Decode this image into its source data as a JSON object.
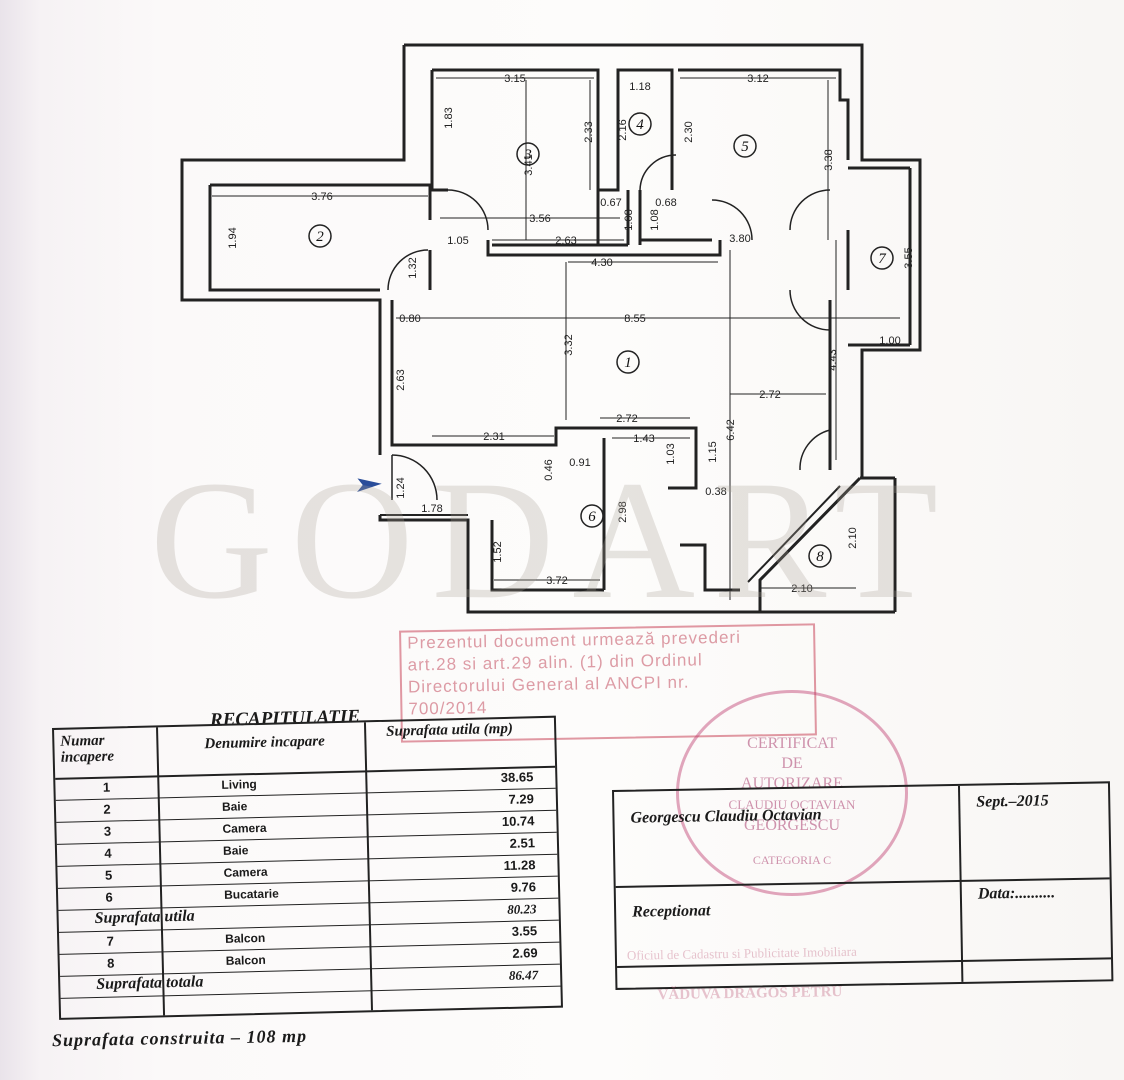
{
  "plan": {
    "dimensions": [
      "3.15",
      "1.83",
      "2.33",
      "3.41",
      "1.18",
      "2.16",
      "2.30",
      "3.12",
      "3.38",
      "3.76",
      "1.94",
      "3.56",
      "0.67",
      "0.68",
      "1.08",
      "1.08",
      "1.05",
      "2.63",
      "3.80",
      "1.32",
      "4.30",
      "3.55",
      "0.80",
      "8.55",
      "1.00",
      "3.32",
      "2.63",
      "4.43",
      "2.72",
      "2.72",
      "2.31",
      "1.43",
      "0.46",
      "0.91",
      "1.03",
      "1.15",
      "6.42",
      "0.38",
      "1.24",
      "1.78",
      "2.98",
      "1.52",
      "3.72",
      "2.10",
      "2.10"
    ],
    "rooms": [
      "1",
      "2",
      "3",
      "4",
      "5",
      "6",
      "7",
      "8"
    ]
  },
  "watermark": "GODART",
  "stamp_text": [
    "Prezentul document urmează prevederi",
    "art.28 si art.29 alin. (1) din Ordinul",
    "Directorului General al ANCPI nr.",
    "700/2014"
  ],
  "seal_text": [
    "CERTIFICAT",
    "DE",
    "AUTORIZARE",
    "CLAUDIU OCTAVIAN",
    "GEORGESCU",
    "CATEGORIA C"
  ],
  "recap": {
    "title": "RECAPITULATIE",
    "headers": {
      "num": "Numar incapere",
      "name": "Denumire incapare",
      "area": "Suprafata utila (mp)"
    },
    "rows": [
      {
        "num": "1",
        "name": "Living",
        "area": "38.65"
      },
      {
        "num": "2",
        "name": "Baie",
        "area": "7.29"
      },
      {
        "num": "3",
        "name": "Camera",
        "area": "10.74"
      },
      {
        "num": "4",
        "name": "Baie",
        "area": "2.51"
      },
      {
        "num": "5",
        "name": "Camera",
        "area": "11.28"
      },
      {
        "num": "6",
        "name": "Bucatarie",
        "area": "9.76"
      }
    ],
    "util_label": "Suprafata utila",
    "util_value": "80.23",
    "balcony_rows": [
      {
        "num": "7",
        "name": "Balcon",
        "area": "3.55"
      },
      {
        "num": "8",
        "name": "Balcon",
        "area": "2.69"
      }
    ],
    "total_label": "Suprafata totala",
    "total_value": "86.47"
  },
  "construita": "Suprafata construita – 108 mp",
  "signature": {
    "author": "Georgescu Claudiu Octavian",
    "date": "Sept.–2015",
    "received": "Receptionat",
    "data_label": "Data:..........",
    "office_line": "Oficiul de Cadastru si Publicitate Imobiliara",
    "office_name": "VĂDUVA DRAGOS PETRU"
  }
}
